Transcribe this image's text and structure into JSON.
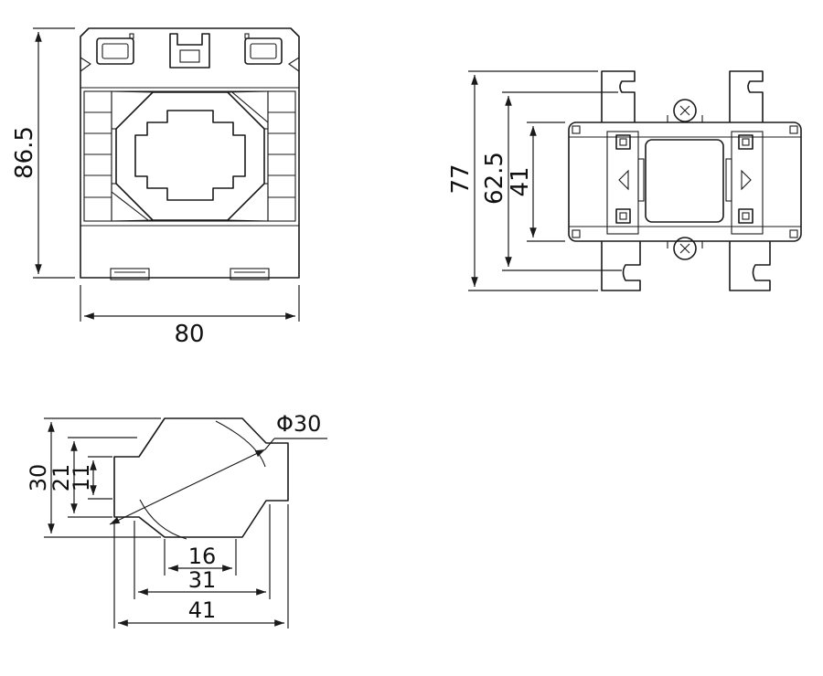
{
  "front_view": {
    "height_label": "86.5",
    "width_label": "80"
  },
  "side_view": {
    "dim_outer_label": "77",
    "dim_mid_label": "62.5",
    "dim_inner_label": "41"
  },
  "window_detail": {
    "diameter_label": "Φ30",
    "height_30_label": "30",
    "height_21_label": "21",
    "height_11_label": "11",
    "width_16_label": "16",
    "width_31_label": "31",
    "width_41_label": "41"
  },
  "colors": {
    "line": "#1a1a1a",
    "background": "#ffffff"
  }
}
